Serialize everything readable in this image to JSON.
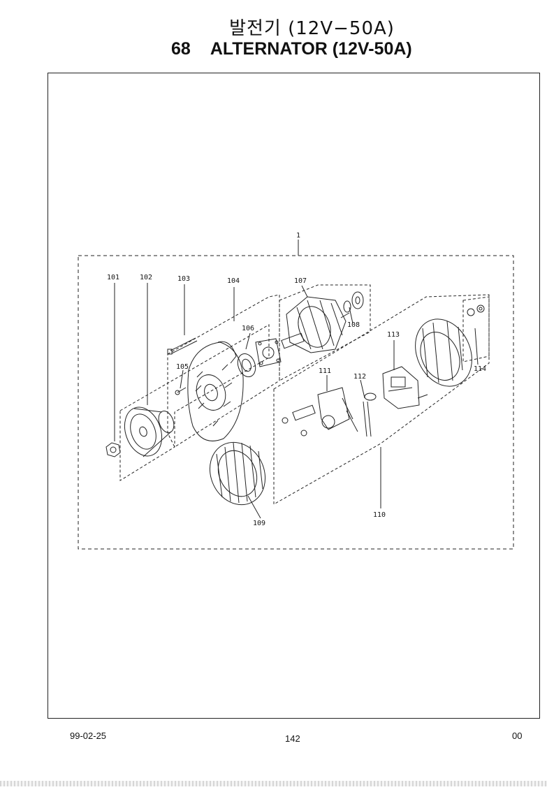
{
  "header": {
    "title_korean": "발전기 (12V−50A)",
    "section_number": "68",
    "title_english": "ALTERNATOR (12V-50A)"
  },
  "diagram": {
    "assembly_label": "1",
    "part_labels": [
      "101",
      "102",
      "103",
      "104",
      "105",
      "106",
      "107",
      "108",
      "109",
      "110",
      "111",
      "112",
      "113",
      "114"
    ]
  },
  "footer": {
    "date": "99-02-25",
    "page": "142",
    "revision": "00"
  }
}
